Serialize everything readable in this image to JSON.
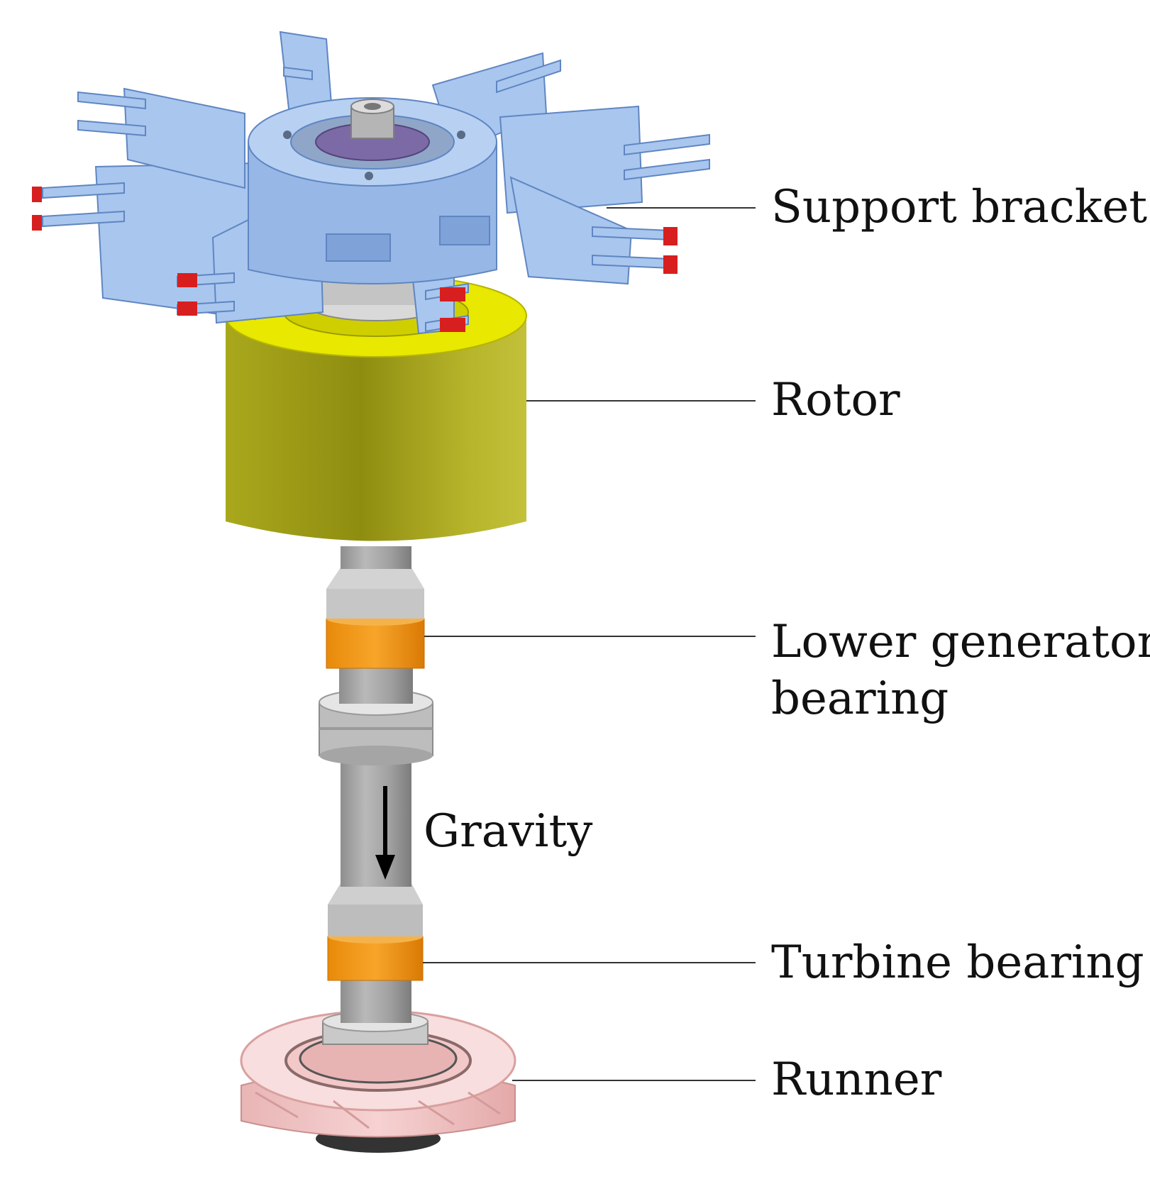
{
  "labels": {
    "support_bracket": "Support bracket",
    "rotor": "Rotor",
    "lower_generator_bearing_line1": "Lower generator",
    "lower_generator_bearing_line2": "bearing",
    "gravity": "Gravity",
    "turbine_bearing": "Turbine bearing",
    "runner": "Runner"
  },
  "colors": {
    "support_bracket": "#a9c6ee",
    "support_bracket_edge": "#5f86c2",
    "bracket_tips": "#d81f1f",
    "rotor": "#b9b726",
    "rotor_top": "#e6e600",
    "shaft": "#a9a9a9",
    "bearing": "#f39a16",
    "runner": "#f4c6c6",
    "leader_line": "#333333"
  }
}
